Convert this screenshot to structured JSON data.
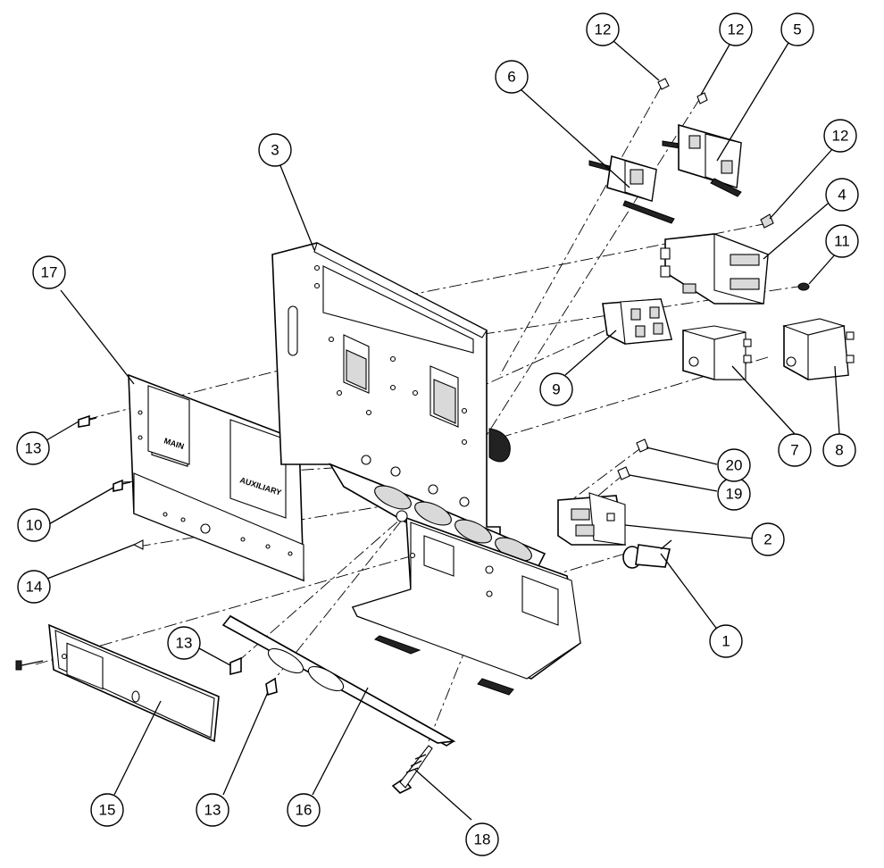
{
  "diagram": {
    "type": "exploded-parts-view",
    "panel_labels": {
      "main": "MAIN",
      "auxiliary": "AUXILIARY"
    },
    "callouts": [
      "1",
      "2",
      "3",
      "4",
      "5",
      "6",
      "7",
      "8",
      "9",
      "10",
      "11",
      "12",
      "12",
      "12",
      "13",
      "13",
      "13",
      "14",
      "15",
      "16",
      "17",
      "18",
      "19",
      "20"
    ]
  }
}
